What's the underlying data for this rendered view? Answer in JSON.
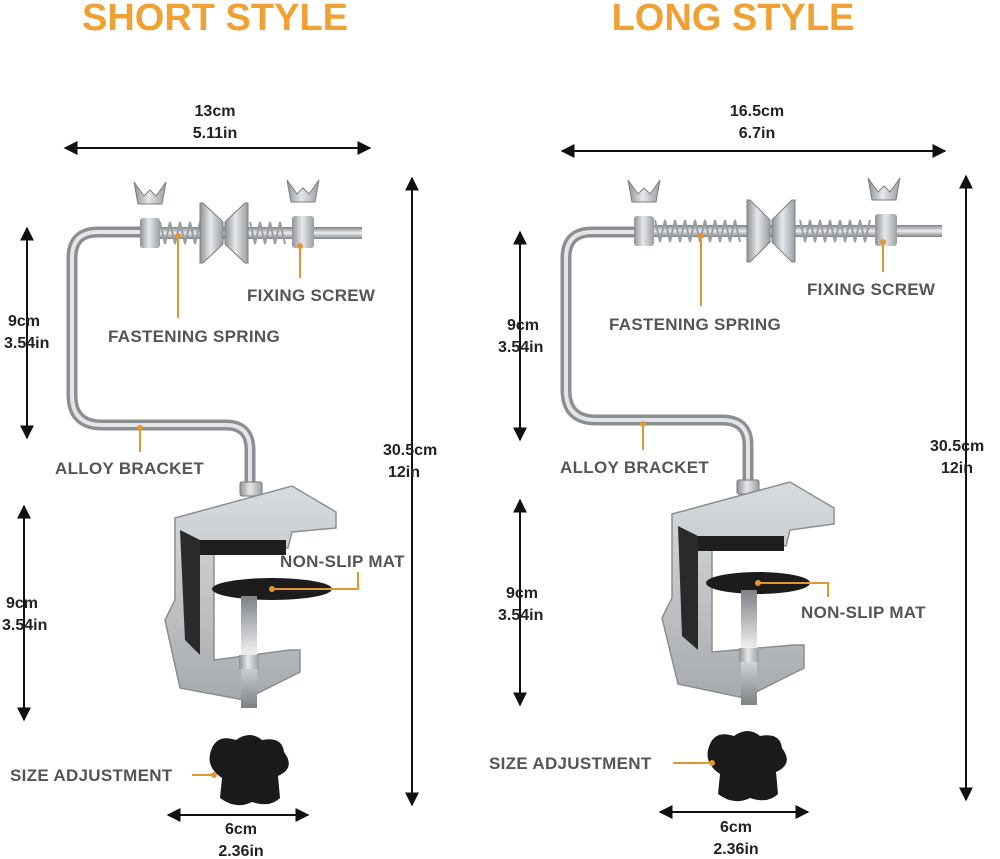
{
  "colors": {
    "title": "#f0a134",
    "leader": "#e09632",
    "arrow": "#111111",
    "label": "#555555",
    "metal": "#b9bcbf",
    "knob": "#1a1a1a"
  },
  "short": {
    "title": "SHORT STYLE",
    "width_cm": "13cm",
    "width_in": "5.11in",
    "arm_cm": "9cm",
    "arm_in": "3.54in",
    "clamp_cm": "9cm",
    "clamp_in": "3.54in",
    "height_cm": "30.5cm",
    "height_in": "12in",
    "base_cm": "6cm",
    "base_in": "2.36in",
    "fixing_screw": "FIXING SCREW",
    "fastening_spring": "FASTENING SPRING",
    "alloy_bracket": "ALLOY BRACKET",
    "non_slip_mat": "NON-SLIP MAT",
    "size_adjustment": "SIZE ADJUSTMENT"
  },
  "long": {
    "title": "LONG STYLE",
    "width_cm": "16.5cm",
    "width_in": "6.7in",
    "arm_cm": "9cm",
    "arm_in": "3.54in",
    "clamp_cm": "9cm",
    "clamp_in": "3.54in",
    "height_cm": "30.5cm",
    "height_in": "12in",
    "base_cm": "6cm",
    "base_in": "2.36in",
    "fixing_screw": "FIXING SCREW",
    "fastening_spring": "FASTENING SPRING",
    "alloy_bracket": "ALLOY BRACKET",
    "non_slip_mat": "NON-SLIP MAT",
    "size_adjustment": "SIZE ADJUSTMENT"
  }
}
